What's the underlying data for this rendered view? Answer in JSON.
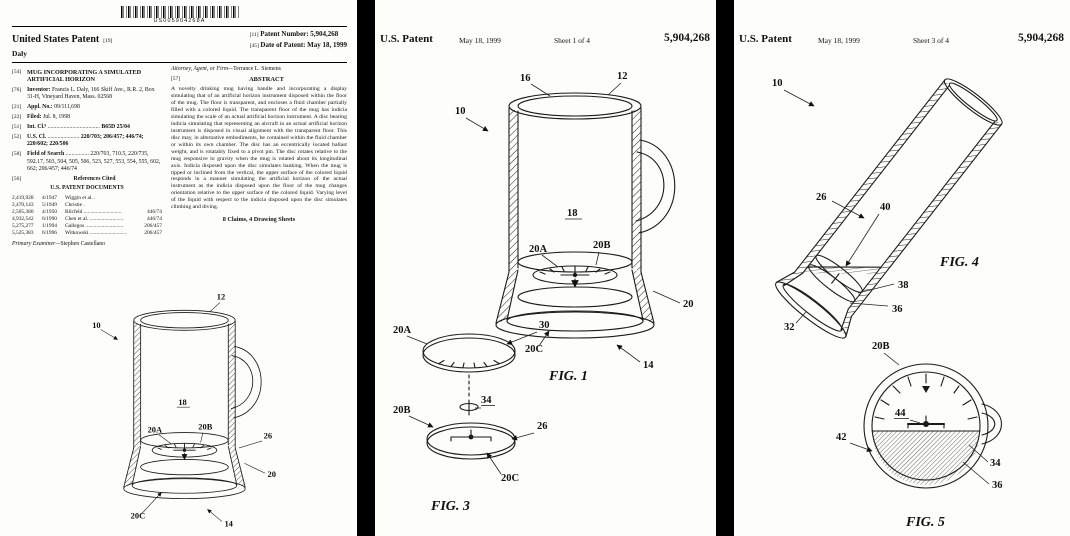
{
  "page1": {
    "barcode_text": "US005904268A",
    "header": {
      "title": "United States Patent",
      "tag19": "[19]",
      "inventor_surname": "Daly",
      "patent_number_tag": "[11]",
      "patent_number_label": "Patent Number:",
      "patent_number": "5,904,268",
      "date_tag": "[45]",
      "date_label": "Date of Patent:",
      "date_value": "May 18, 1999"
    },
    "left": {
      "title_tag": "[54]",
      "title": "MUG INCORPORATING A SIMULATED ARTIFICIAL HORIZON",
      "inventor_tag": "[76]",
      "inventor_label": "Inventor:",
      "inventor_value": "Francis L. Daly, 166 Skiff Ave., R.R. 2, Box 31-H, Vineyard Haven, Mass. 02568",
      "appl_tag": "[21]",
      "appl_label": "Appl. No.:",
      "appl_value": "09/111,698",
      "filed_tag": "[22]",
      "filed_label": "Filed:",
      "filed_value": "Jul. 8, 1998",
      "intcl_tag": "[51]",
      "intcl_label": "Int. Cl.⁶",
      "intcl_dots": "....................................",
      "intcl_value": "B65D 25/04",
      "uscl_tag": "[52]",
      "uscl_label": "U.S. Cl.",
      "uscl_dots": "......................",
      "uscl_value": "220/703; 206/457; 446/74; 220/602; 220/506",
      "search_tag": "[58]",
      "search_label": "Field of Search",
      "search_dots": "................",
      "search_value": "220/703, 710.5, 220/735, 592.17, 503, 504, 505, 506, 523, 527, 553, 554, 555, 602, 662; 206/457; 446/74",
      "refs_tag": "[56]",
      "refs_title": "References Cited",
      "refs_subtitle": "U.S. PATENT DOCUMENTS",
      "citations": [
        {
          "num": "2,419,928",
          "date": "4/1947",
          "name": "Wiggin et al. .",
          "cls": ""
        },
        {
          "num": "2,470,143",
          "date": "5/1949",
          "name": "Christie .",
          "cls": ""
        },
        {
          "num": "2,505,380",
          "date": "4/1950",
          "name": "Bilcfeld ............................",
          "cls": "446/74"
        },
        {
          "num": "4,932,542",
          "date": "6/1990",
          "name": "Chen et al. .........................",
          "cls": "446/74"
        },
        {
          "num": "5,275,277",
          "date": "1/1994",
          "name": "Gallegos ............................",
          "cls": "206/457"
        },
        {
          "num": "5,525,383",
          "date": "6/1996",
          "name": "Witkowski ...........................",
          "cls": "206/457"
        }
      ],
      "examiner_label": "Primary Examiner—",
      "examiner_name": "Stephen Castellano"
    },
    "right": {
      "attorney_label": "Attorney, Agent, or Firm—",
      "attorney_name": "Terrance L. Siemens",
      "abstract_tag": "[57]",
      "abstract_title": "ABSTRACT",
      "abstract_text": "A novelty drinking mug having handle and incorporating a display simulating that of an artificial horizon instrument disposed within the floor of the mug. The floor is transparent, and encloses a fluid chamber partially filled with a colored liquid. The transparent floor of the mug has indicia simulating the scale of an actual artificial horizon instrument. A disc bearing indicia simulating that representing an aircraft in an actual artificial horizon instrument is disposed in visual alignment with the transparent floor. This disc may, in alternative embodiments, be contained within the fluid chamber or within its own chamber. The disc has an eccentrically located ballast weight, and is rotatably fixed to a pivot pin. The disc rotates relative to the mug responsive to gravity when the mug is rotated about its longitudinal axis. Indicia disposed upon the disc simulates banking. When the mug is tipped or inclined from the vertical, the upper surface of the colored liquid responds in a manner simulating the artificial horizon of the actual instrument as the indicia disposed upon the floor of the mug changes orientation relative to the upper surface of the colored liquid. Varying level of the liquid with respect to the indicia disposed upon the disc simulates climbing and diving.",
      "claims_line": "8 Claims, 4 Drawing Sheets"
    },
    "figure": {
      "labels": {
        "n10": "10",
        "n12": "12",
        "n18": "18",
        "n20A": "20A",
        "n20B": "20B",
        "n26": "26",
        "n20": "20",
        "n20C": "20C",
        "n14": "14"
      }
    }
  },
  "page2": {
    "header": {
      "title": "U.S. Patent",
      "date": "May 18, 1999",
      "sheet": "Sheet 1 of 4",
      "number": "5,904,268"
    },
    "fig1": {
      "caption": "FIG. 1",
      "labels": {
        "n16": "16",
        "n12": "12",
        "n10": "10",
        "n18": "18",
        "n20A": "20A",
        "n20B": "20B",
        "n20": "20",
        "n20C": "20C",
        "n14": "14"
      }
    },
    "fig3": {
      "caption": "FIG. 3",
      "labels": {
        "n30": "30",
        "n20A": "20A",
        "n20B": "20B",
        "n34": "34",
        "n26": "26",
        "n20C": "20C"
      }
    }
  },
  "page3": {
    "header": {
      "title": "U.S. Patent",
      "date": "May 18, 1999",
      "sheet": "Sheet 3 of 4",
      "number": "5,904,268"
    },
    "fig4": {
      "caption": "FIG. 4",
      "labels": {
        "n10": "10",
        "n26": "26",
        "n40": "40",
        "n38": "38",
        "n36": "36",
        "n32": "32"
      }
    },
    "fig5": {
      "caption": "FIG. 5",
      "labels": {
        "n20B": "20B",
        "n42": "42",
        "n44": "44",
        "n34": "34",
        "n36": "36"
      }
    }
  }
}
